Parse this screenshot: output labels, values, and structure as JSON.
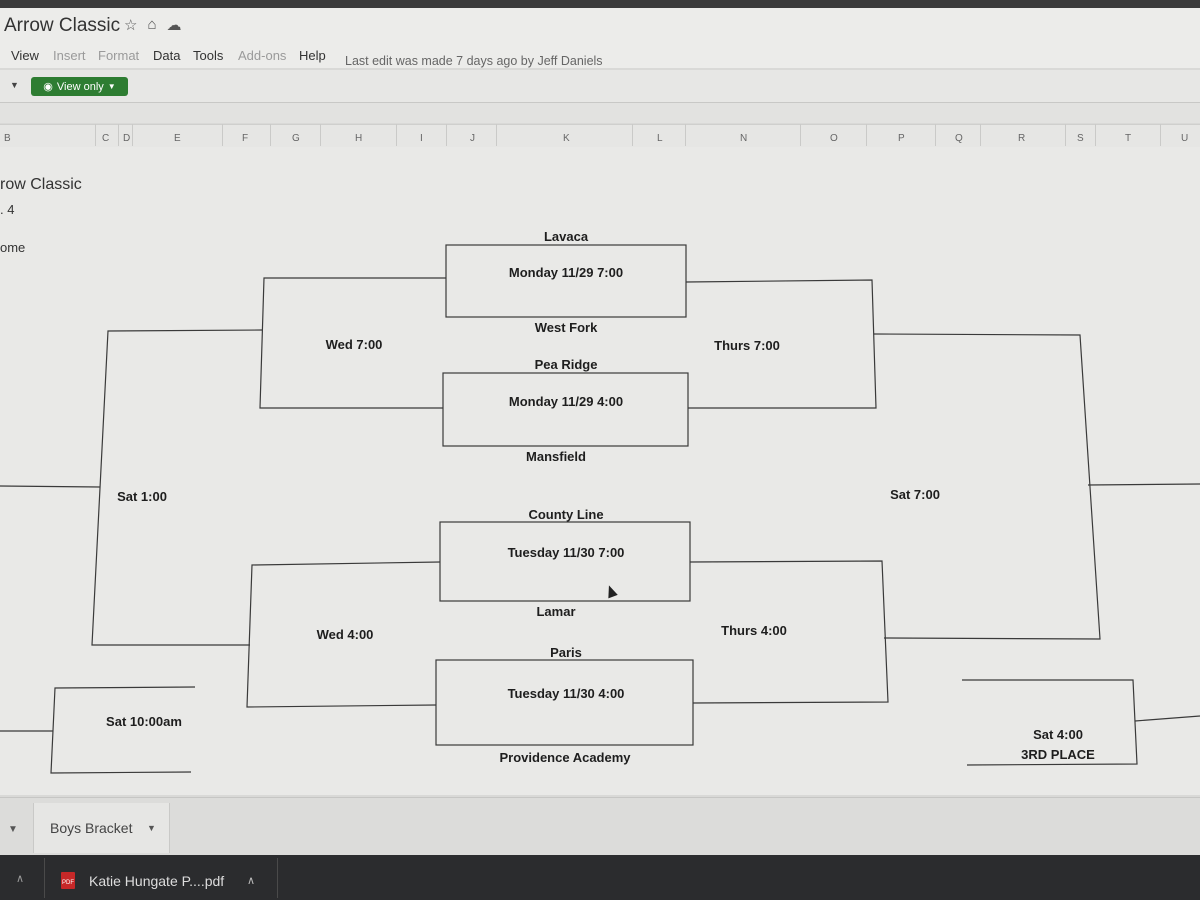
{
  "window": {
    "doc_title": "Arrow Classic",
    "star_icon": "star-icon",
    "move_icon": "move-to-drive-icon",
    "cloud_icon": "cloud-status-icon"
  },
  "menu": {
    "items": [
      {
        "label": "View",
        "enabled": true
      },
      {
        "label": "Insert",
        "enabled": false
      },
      {
        "label": "Format",
        "enabled": false
      },
      {
        "label": "Data",
        "enabled": true
      },
      {
        "label": "Tools",
        "enabled": true
      },
      {
        "label": "Add-ons",
        "enabled": false
      },
      {
        "label": "Help",
        "enabled": true
      }
    ],
    "last_edit": "Last edit was made 7 days ago by Jeff Daniels"
  },
  "toolbar": {
    "view_only_label": "View only"
  },
  "columns": [
    "B",
    "C",
    "D",
    "E",
    "F",
    "G",
    "H",
    "I",
    "J",
    "K",
    "L",
    "N",
    "O",
    "P",
    "Q",
    "R",
    "S",
    "T",
    "U"
  ],
  "sheet": {
    "title_partial": "row Classic",
    "line2_partial": ". 4",
    "line3_partial": "ome"
  },
  "bracket": {
    "teams": {
      "lavaca": "Lavaca",
      "west_fork": "West Fork",
      "pea_ridge": "Pea Ridge",
      "mansfield": "Mansfield",
      "county_line": "County Line",
      "lamar": "Lamar",
      "paris": "Paris",
      "providence": "Providence Academy"
    },
    "games": {
      "mon_700": "Monday 11/29 7:00",
      "mon_400": "Monday 11/29 4:00",
      "tue_700": "Tuesday 11/30 7:00",
      "tue_400": "Tuesday 11/30 4:00",
      "wed_700": "Wed 7:00",
      "wed_400": "Wed 4:00",
      "thu_700": "Thurs 7:00",
      "thu_400": "Thurs 4:00",
      "sat_100": "Sat 1:00",
      "sat_700": "Sat 7:00",
      "sat_1000": "Sat 10:00am",
      "sat_400": "Sat 4:00",
      "third_place": "3RD PLACE"
    }
  },
  "tabs": {
    "active": "Boys Bracket"
  },
  "downloads": {
    "file_name": "Katie Hungate P....pdf",
    "file_type": "PDF"
  }
}
